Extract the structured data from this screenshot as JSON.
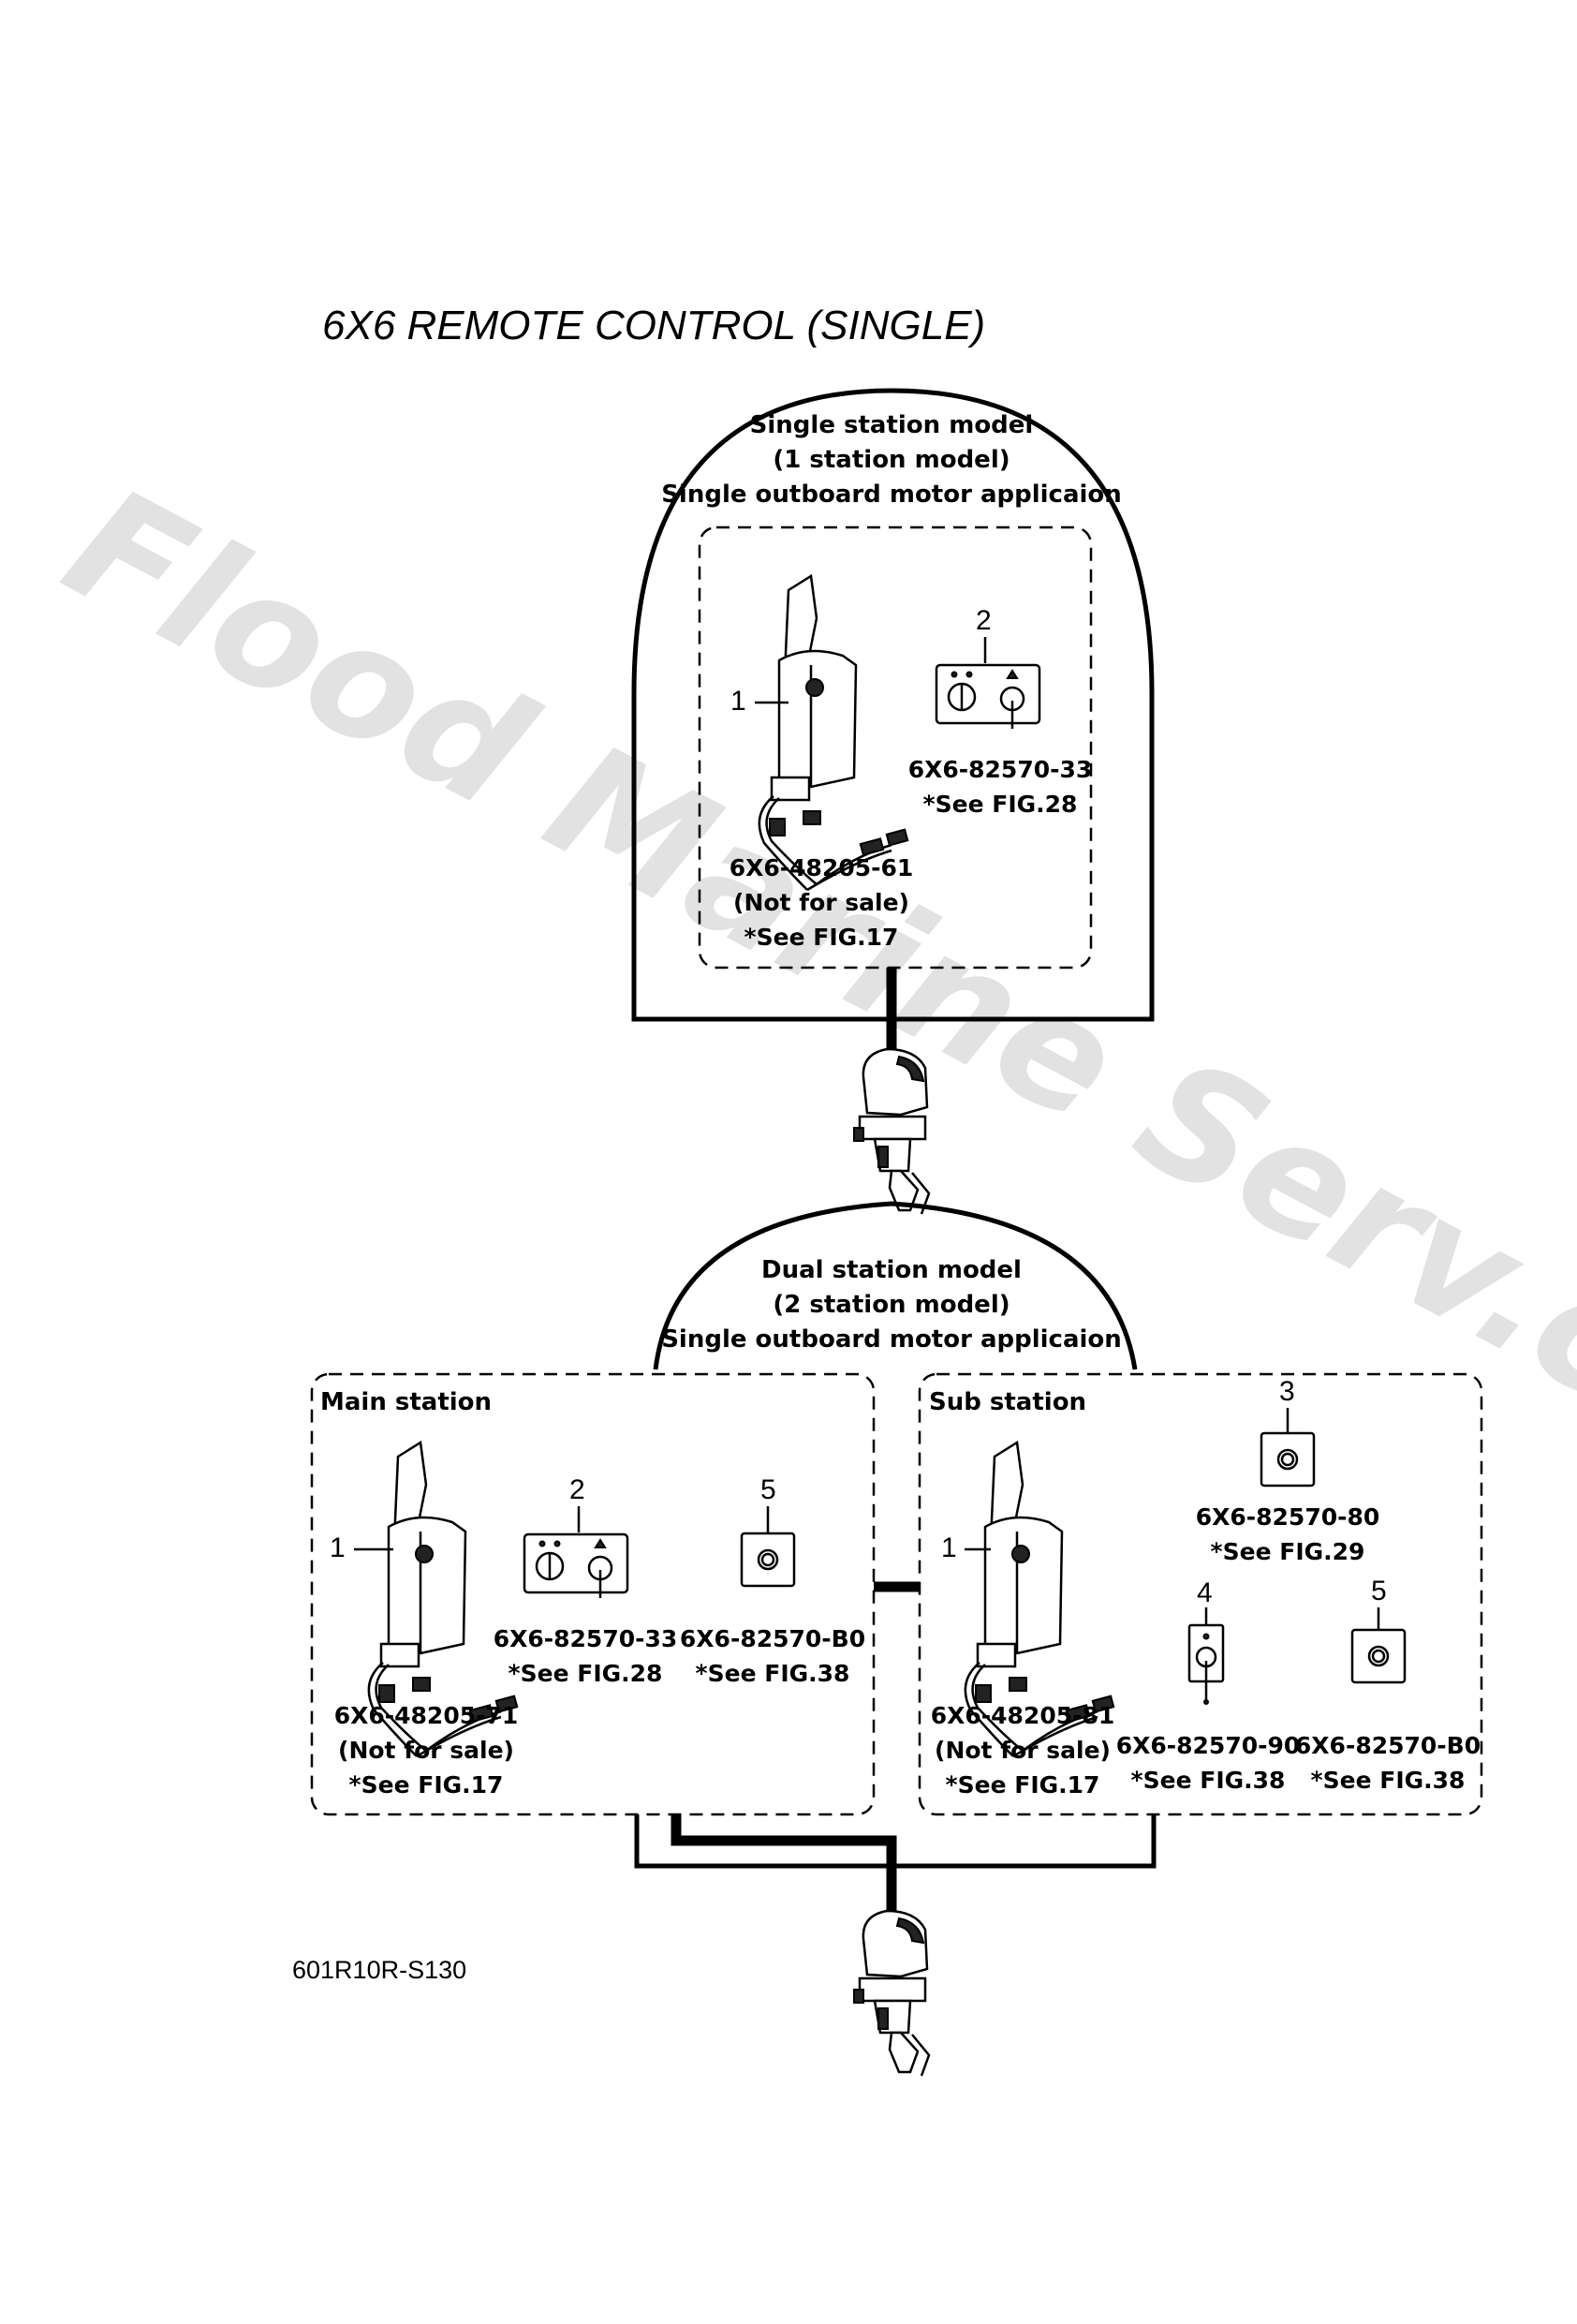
{
  "title": "6X6 REMOTE CONTROL (SINGLE)",
  "watermark": "Flood Marine Serv.ces",
  "drawing_code": "601R10R-S130",
  "single_station": {
    "header": [
      "Single station model",
      "(1 station model)",
      "Single outboard motor applicaion"
    ],
    "control_box": {
      "callout": "1",
      "part_no": "6X6-48205-61",
      "note": "(Not for sale)",
      "ref": "*See FIG.17"
    },
    "switch_panel": {
      "callout": "2",
      "part_no": "6X6-82570-33",
      "ref": "*See FIG.28"
    }
  },
  "dual_station": {
    "header": [
      "Dual station model",
      "(2 station model)",
      "Single outboard motor applicaion"
    ],
    "main_station": {
      "label": "Main station",
      "control_box": {
        "callout": "1",
        "part_no": "6X6-48205-71",
        "note": "(Not for sale)",
        "ref": "*See FIG.17"
      },
      "switch_panel": {
        "callout": "2",
        "part_no": "6X6-82570-33",
        "ref": "*See FIG.28"
      },
      "stop_switch": {
        "callout": "5",
        "part_no": "6X6-82570-B0",
        "ref": "*See FIG.38"
      }
    },
    "sub_station": {
      "label": "Sub station",
      "control_box": {
        "callout": "1",
        "part_no": "6X6-48205-81",
        "note": "(Not for sale)",
        "ref": "*See FIG.17"
      },
      "push_switch": {
        "callout": "3",
        "part_no": "6X6-82570-80",
        "ref": "*See FIG.29"
      },
      "key_switch": {
        "callout": "4",
        "part_no": "6X6-82570-90",
        "ref": "*See FIG.38"
      },
      "stop_switch": {
        "callout": "5",
        "part_no": "6X6-82570-B0",
        "ref": "*See FIG.38"
      }
    }
  }
}
